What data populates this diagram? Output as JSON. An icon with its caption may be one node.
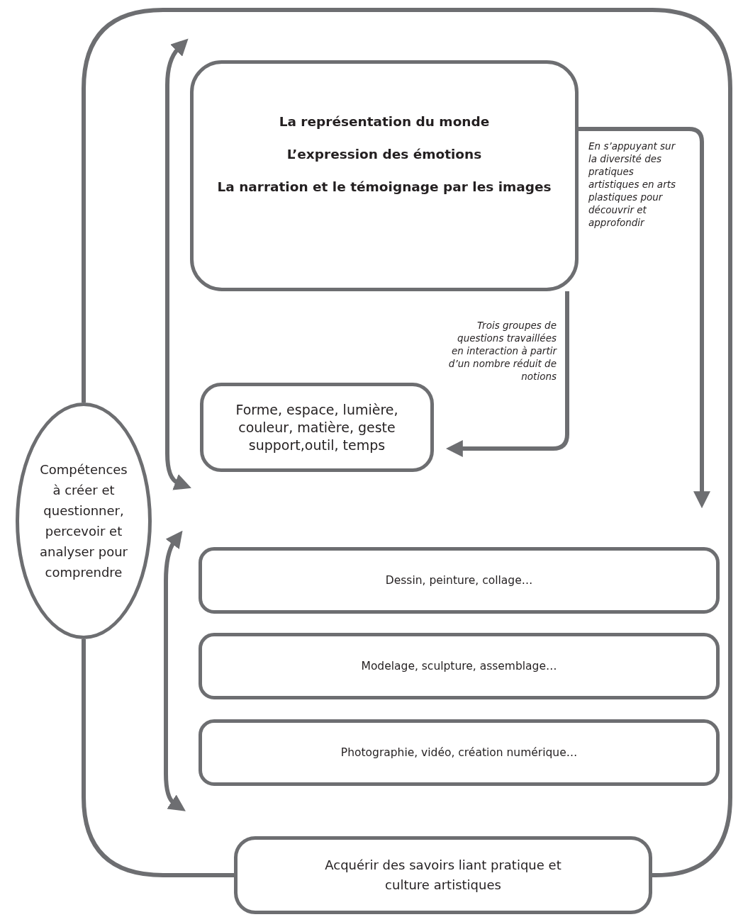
{
  "diagram": {
    "nodes": [
      {
        "text": [
          "Compétences à créer et questionner, percevoir et analyser pour comprendre"
        ]
      },
      {
        "text": [
          "La représentation du monde",
          "L’expression des émotions",
          "La narration et le témoignage par les images"
        ]
      },
      {
        "text": [
          "Forme, espace, lumière, couleur, matière, geste support,outil, temps"
        ]
      },
      {
        "text": [
          "Dessin, peinture, collage…"
        ]
      },
      {
        "text": [
          "Modelage, sculpture, assemblage…"
        ]
      },
      {
        "text": [
          "Photographie, vidéo, création numérique…"
        ]
      },
      {
        "text": [
          "Acquérir des savoirs liant pratique et culture artistiques"
        ]
      }
    ],
    "edges": [
      {
        "from": 1,
        "to": 2,
        "arrow": "to",
        "label": "Trois groupes de questions travaillées en interaction à partir d’un nombre réduit de notions"
      },
      {
        "from": 1,
        "to": null,
        "arrow": "to",
        "label": "En s’appuyant sur la diversité des pratiques artistiques en arts plastiques pour découvrir et approfondir"
      },
      {
        "from": 0,
        "to": 6,
        "arrow": "none"
      },
      {
        "from": 0,
        "to": 6,
        "arrow": "none"
      }
    ]
  }
}
